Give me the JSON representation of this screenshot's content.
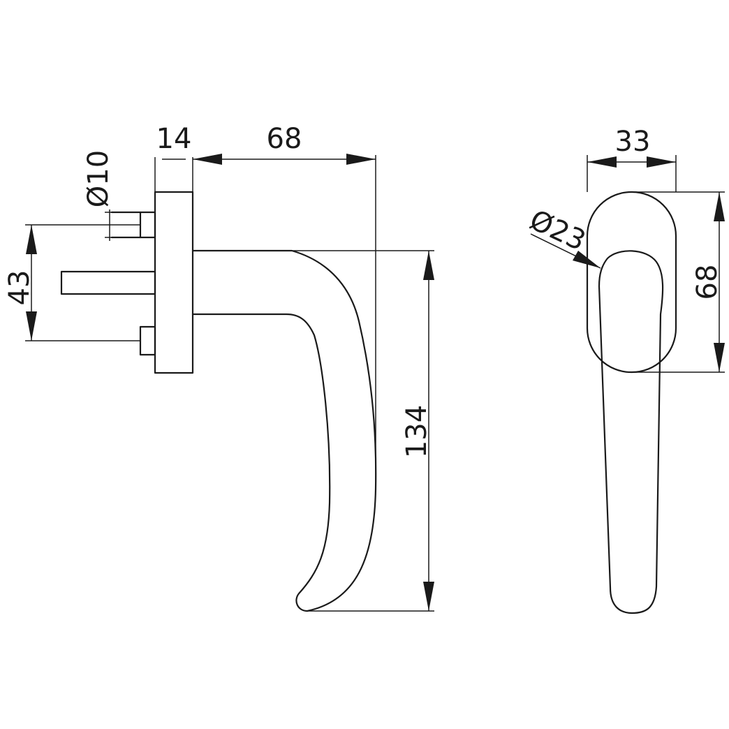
{
  "dimensions": {
    "rose_thickness": "14",
    "handle_projection": "68",
    "spindle_diameter": "Ø10",
    "fixing_centres": "43",
    "handle_length": "134",
    "rose_width": "33",
    "grip_diameter": "Ø23",
    "rose_height": "68"
  }
}
